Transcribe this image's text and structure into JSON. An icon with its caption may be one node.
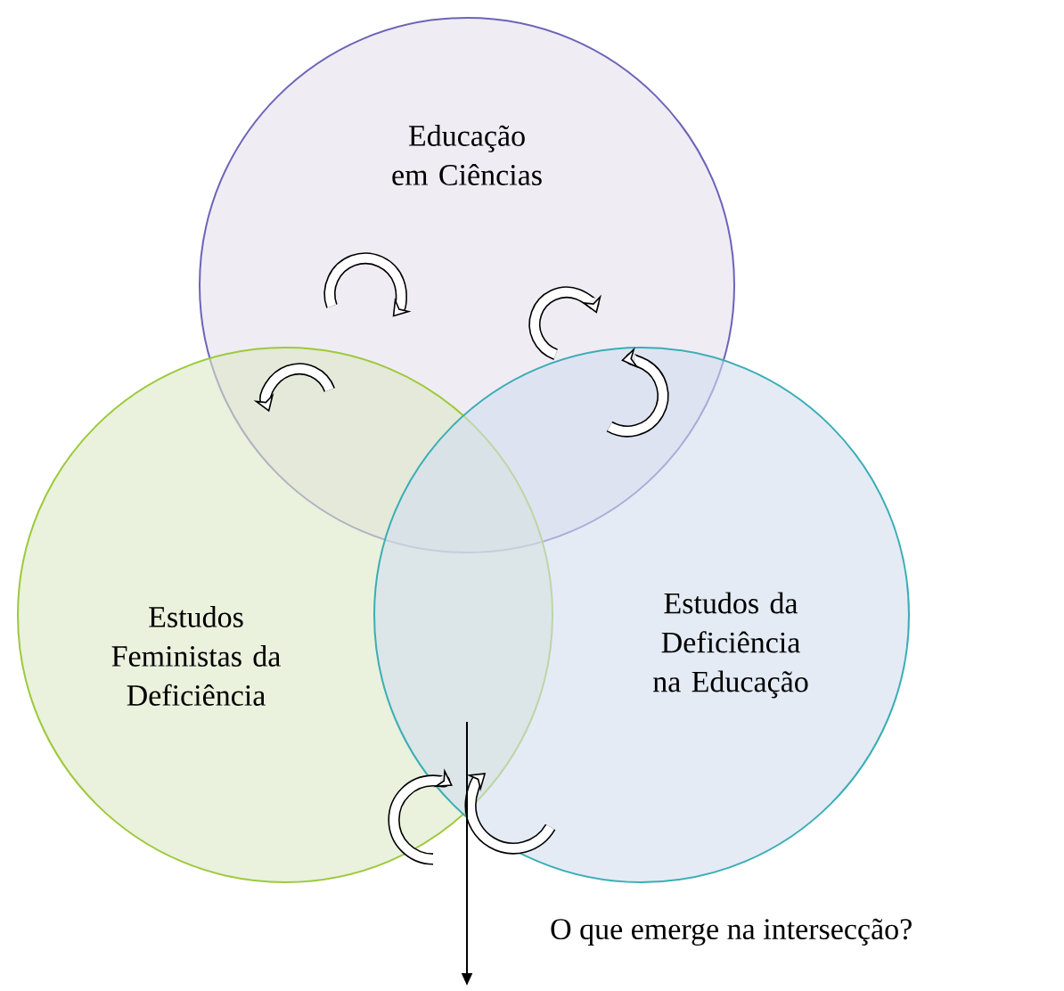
{
  "diagram": {
    "nodes": [
      {
        "text": [
          "Educação em Ciências"
        ]
      },
      {
        "text": [
          "Estudos Feministas da Deficiência"
        ]
      },
      {
        "text": [
          "Estudos da Deficiência na Educação"
        ]
      }
    ],
    "labels": [
      "O que emerge na intersecção?"
    ]
  }
}
